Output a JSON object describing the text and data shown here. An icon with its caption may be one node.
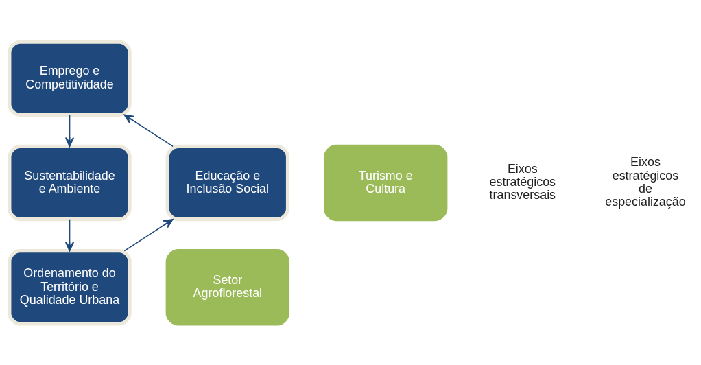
{
  "diagram": {
    "nodes": [
      {
        "text": [
          "Emprego e Competitividade"
        ]
      },
      {
        "text": [
          "Sustentabilidade e Ambiente"
        ]
      },
      {
        "text": [
          "Ordenamento do Território e Qualidade Urbana"
        ]
      },
      {
        "text": [
          "Educação e Inclusão Social"
        ]
      },
      {
        "text": [
          "Turismo e Cultura"
        ]
      },
      {
        "text": [
          "Setor Agroflorestal"
        ]
      }
    ],
    "edges": [
      {
        "from": 0,
        "to": 1,
        "arrow": "to"
      },
      {
        "from": 1,
        "to": 2,
        "arrow": "to"
      },
      {
        "from": 2,
        "to": 3,
        "arrow": "to"
      },
      {
        "from": 3,
        "to": 0,
        "arrow": "to"
      }
    ],
    "labels": [
      "Eixos estratégicos transversais",
      "Eixos estratégicos de especialização"
    ]
  }
}
